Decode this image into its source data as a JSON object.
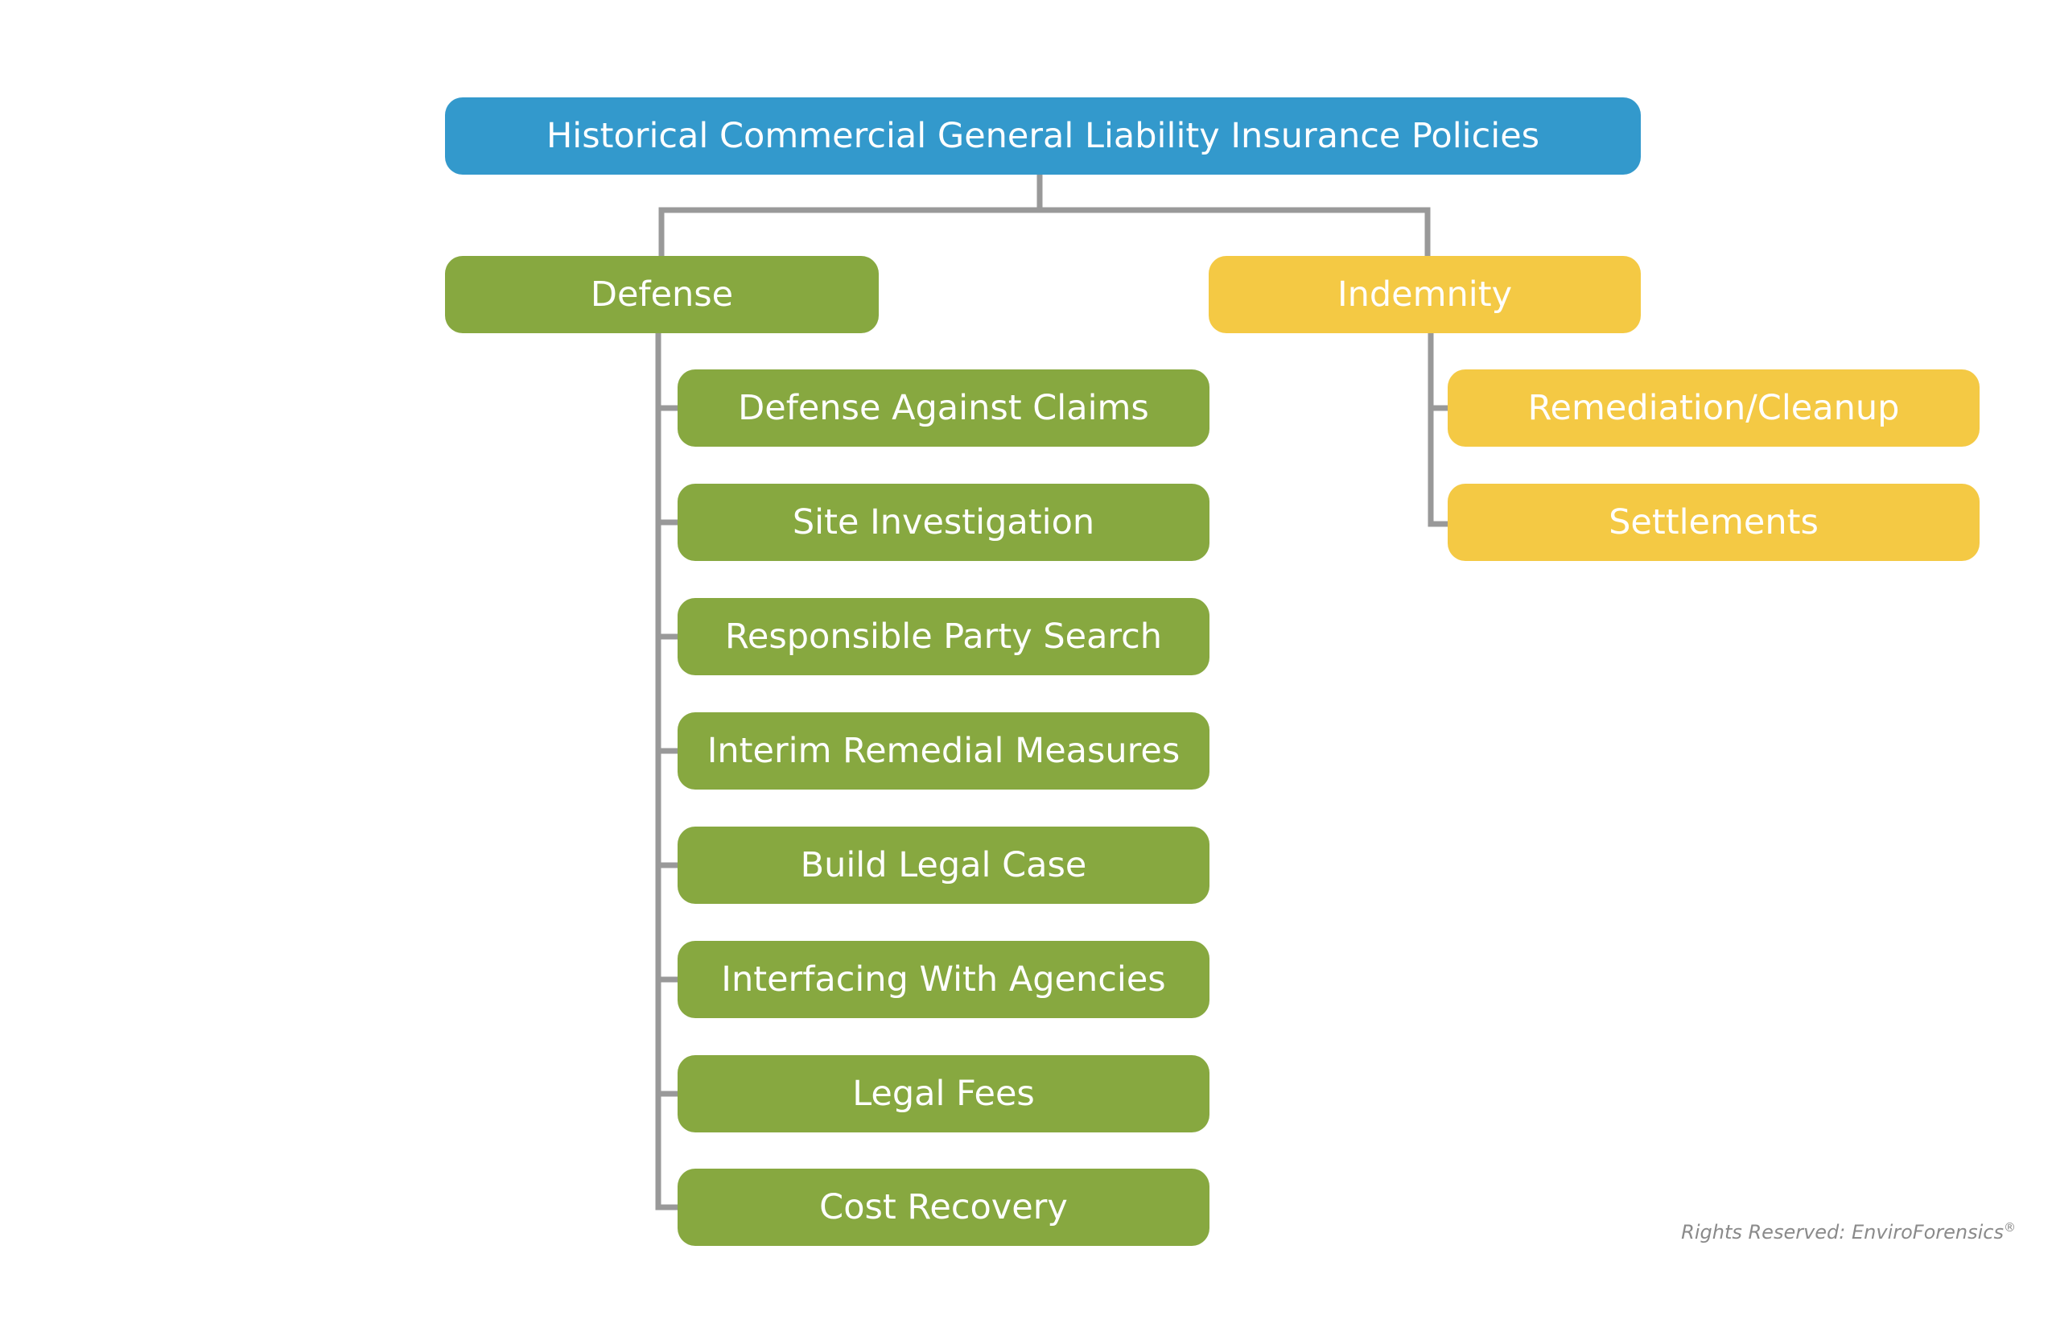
{
  "root": {
    "label": "Historical Commercial General Liability Insurance Policies",
    "color": "#3399cc"
  },
  "defense": {
    "label": "Defense",
    "color": "#87a840",
    "items": [
      "Defense Against Claims",
      "Site Investigation",
      "Responsible Party Search",
      "Interim Remedial Measures",
      "Build Legal Case",
      "Interfacing With Agencies",
      "Legal Fees",
      "Cost Recovery"
    ]
  },
  "indemnity": {
    "label": "Indemnity",
    "color": "#f4c944",
    "items": [
      "Remediation/Cleanup",
      "Settlements"
    ]
  },
  "credit": {
    "text": "Rights Reserved: EnviroForensics",
    "mark": "®"
  }
}
